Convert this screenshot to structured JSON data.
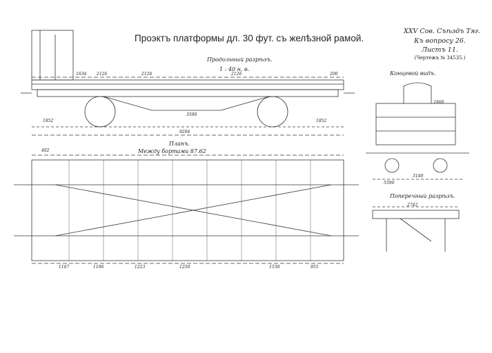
{
  "title": "Проэктъ платформы дл. 30 фут. съ желѣзной рамой.",
  "header": {
    "line1": "XXV Сов. Съѣздъ Тяг.",
    "line2": "Къ вопросу 26.",
    "line3": "Листъ 11.",
    "line4": "(Чертежъ № 34535.)"
  },
  "views": {
    "longitudinal": "Продольный разрѣзъ.",
    "scale": "1 : 40 н. в.",
    "end": "Концевой видъ.",
    "plan": "Планъ.",
    "between_sides": "Между бортами 87.62",
    "cross": "Поперечный разрѣзъ."
  },
  "dims": {
    "d1": "2126",
    "d2": "2126",
    "d3": "2126",
    "d4": "200",
    "d5": "1634",
    "d6": "3590",
    "d7": "1852",
    "d8": "1852",
    "d9": "9204",
    "d10": "2460",
    "d11": "3140",
    "d12": "5590",
    "d13": "2742",
    "d14": "1167",
    "d15": "1196",
    "d16": "1223",
    "d17": "1250",
    "d18": "1538",
    "d19": "955",
    "d20": "402"
  }
}
